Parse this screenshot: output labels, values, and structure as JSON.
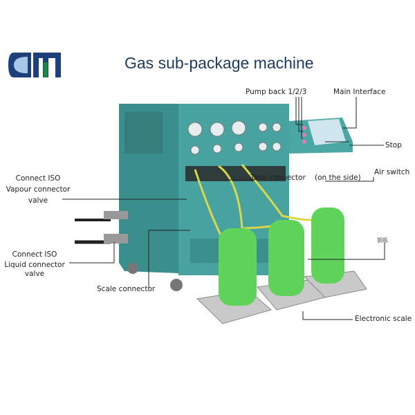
{
  "logo_text": "CM",
  "title": "Gas sub-package machine",
  "labels": {
    "pump_back": "Pump back 1/2/3",
    "main_interface": "Main Interface",
    "stop": "Stop",
    "air_switch": "Air switch",
    "tank_connector": "Tank connector",
    "on_the_side": "(on the side)",
    "vapour_1": "Connect ISO",
    "vapour_2": "Vapour connector",
    "vapour_3": "valve",
    "liquid_1": "Connect ISO",
    "liquid_2": "Liquid connector",
    "liquid_3": "valve",
    "scale_connector": "Scale connector",
    "cylinder": "钢瓶",
    "electronic_scale": "Electronic scale"
  },
  "colors": {
    "machine": "#3f9a97",
    "cylinder": "#5fd35a",
    "logo_blue": "#1d3f7a",
    "logo_green": "#1a8a3c",
    "hose": "#d8d84a"
  }
}
